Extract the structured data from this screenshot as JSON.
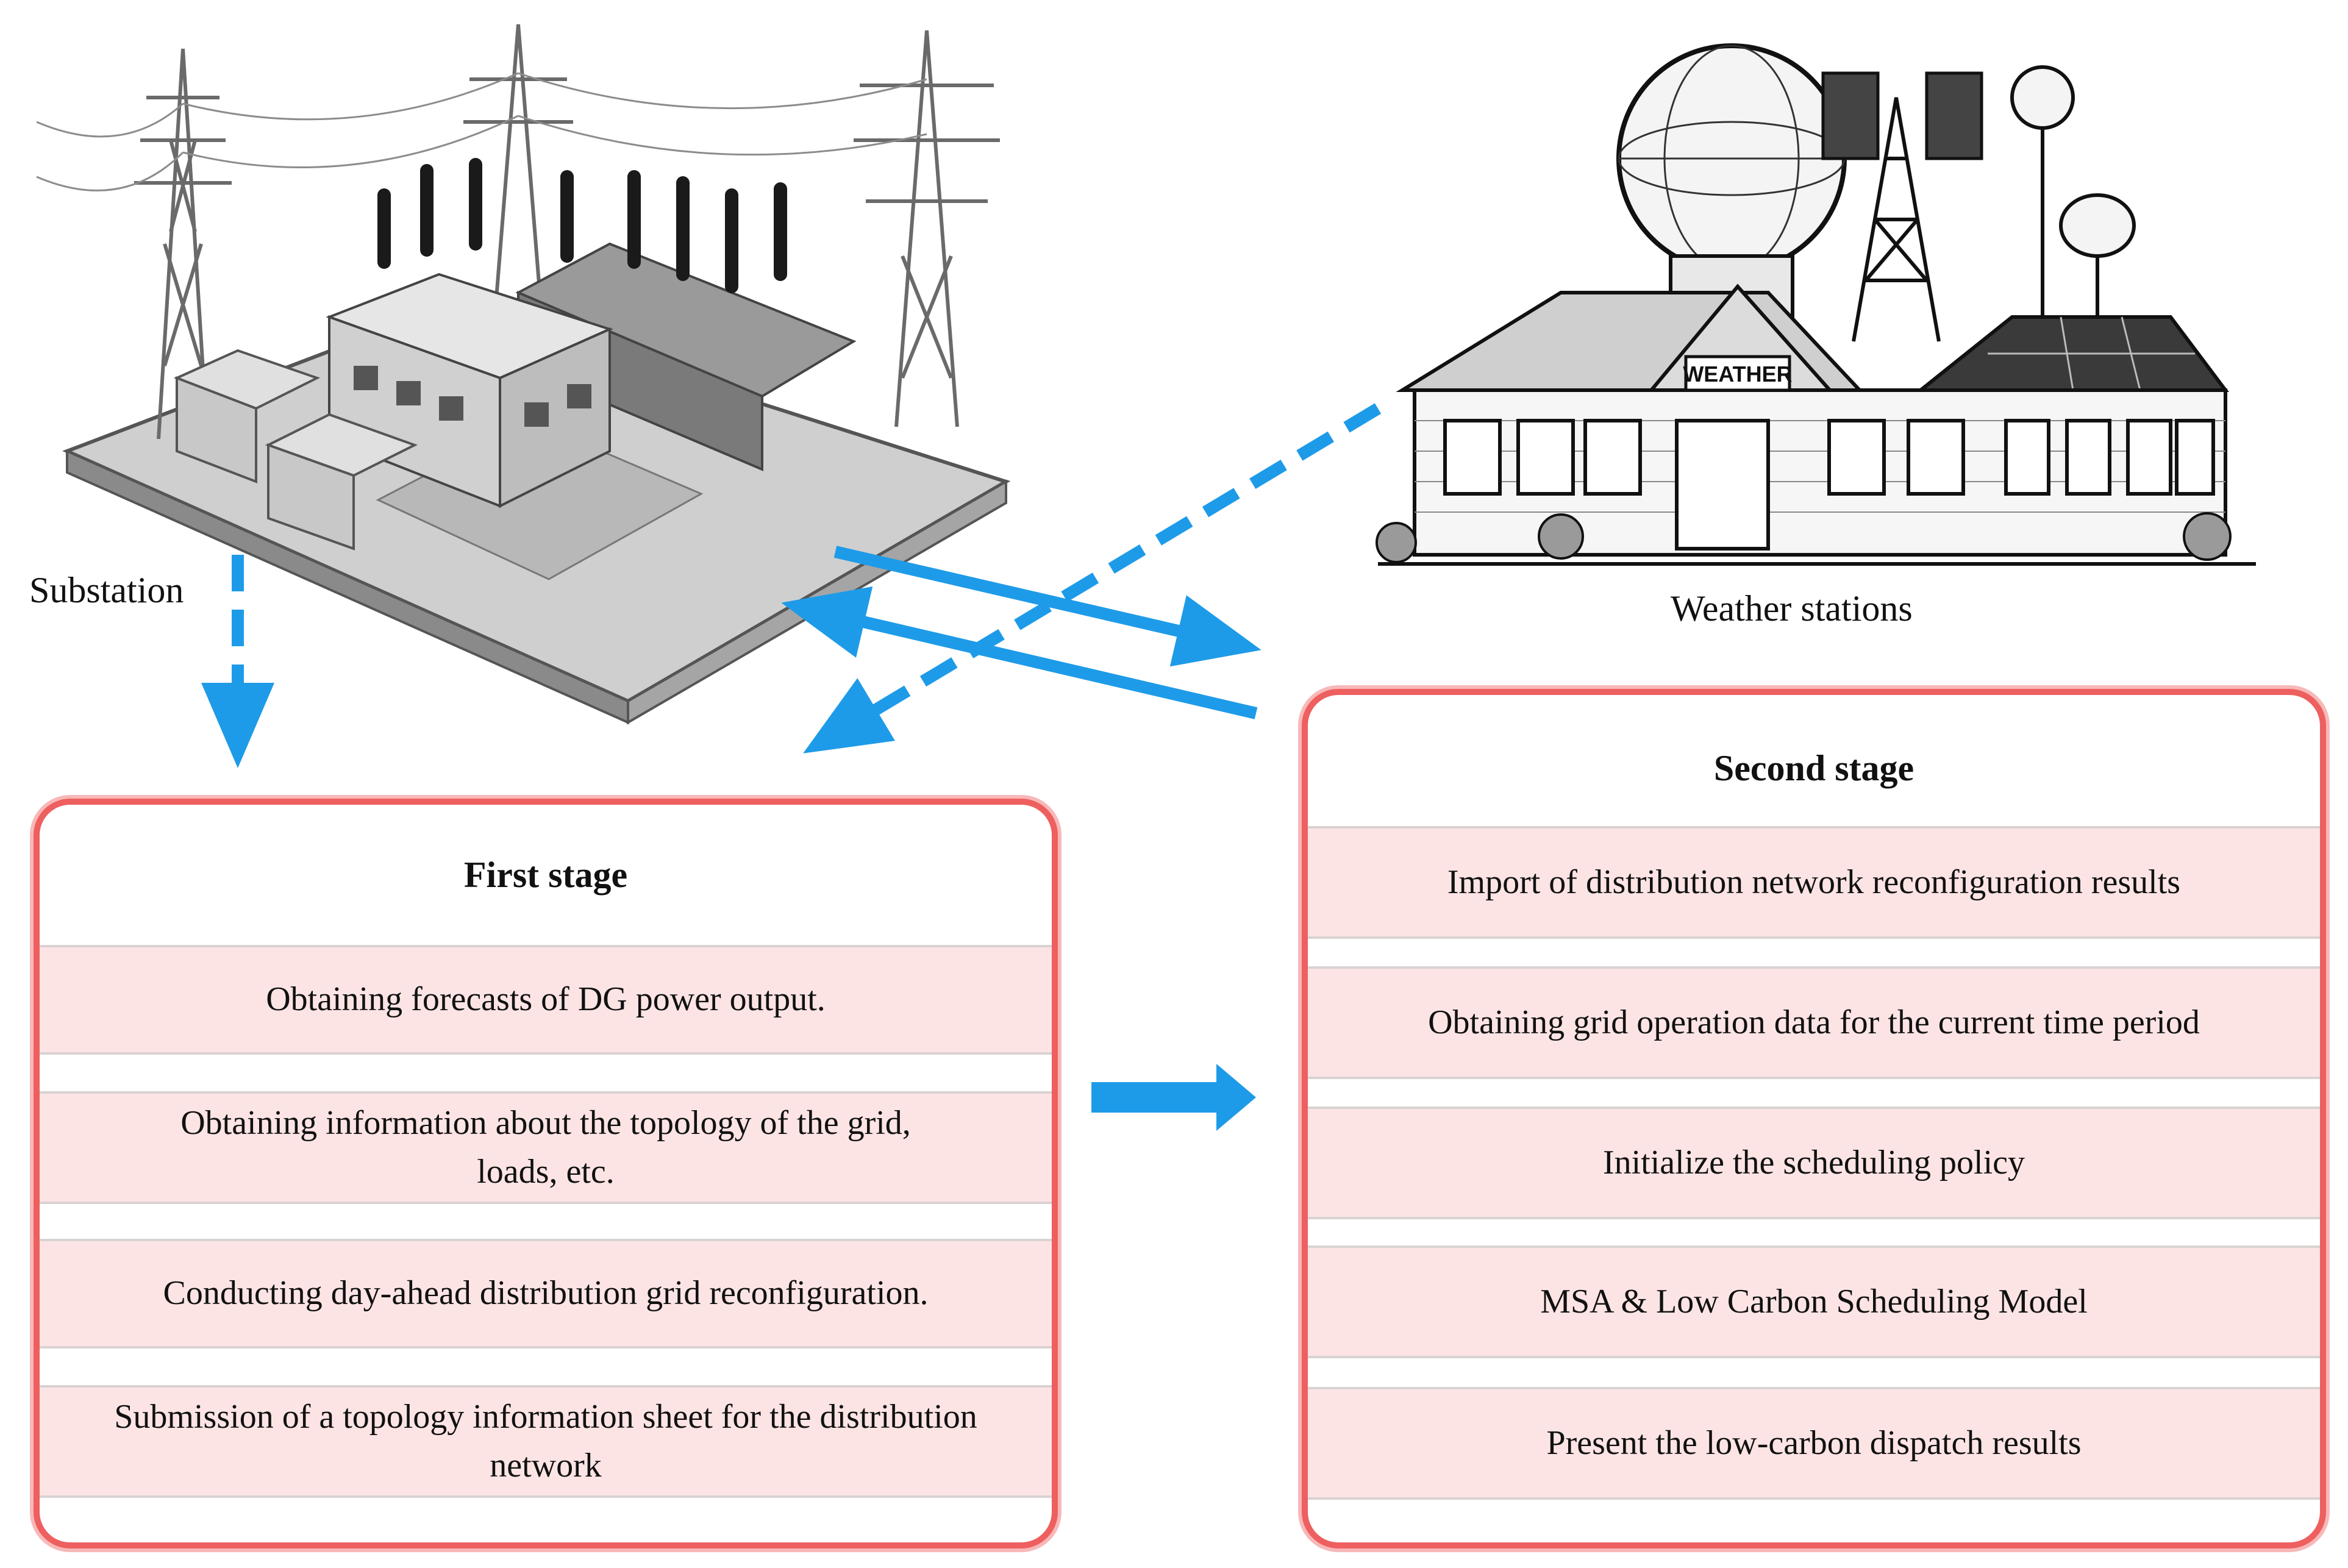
{
  "labels": {
    "substation": "Substation",
    "weather_stations": "Weather stations",
    "weather_sign": "WEATHER"
  },
  "first_stage": {
    "title": "First stage",
    "steps": [
      "Obtaining forecasts of DG power output.",
      "Obtaining information about the topology of the grid, loads, etc.",
      "Conducting day-ahead distribution grid reconfiguration.",
      "Submission of a topology information sheet for the distribution network"
    ]
  },
  "second_stage": {
    "title": "Second stage",
    "steps": [
      "Import of distribution network reconfiguration results",
      "Obtaining grid operation data for the current time period",
      "Initialize the scheduling policy",
      "MSA & Low Carbon Scheduling Model",
      "Present the low-carbon dispatch results"
    ]
  },
  "colors": {
    "arrow_blue": "#1e9be8",
    "box_border": "#ee5f5f",
    "row_fill": "#fde4e4"
  },
  "icons": [
    "substation-illustration",
    "weather-station-illustration"
  ]
}
